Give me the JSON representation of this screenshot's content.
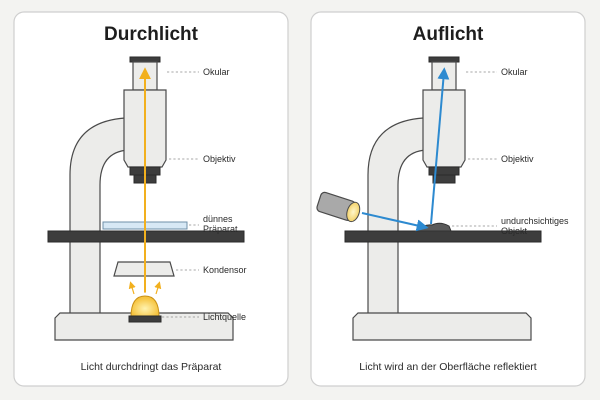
{
  "panels": {
    "left": {
      "title": "Durchlicht",
      "labels": {
        "okular": "Okular",
        "objektiv": "Objektiv",
        "praeparat_line1": "dünnes",
        "praeparat_line2": "Präparat",
        "kondensor": "Kondensor",
        "lichtquelle": "Lichtquelle"
      },
      "caption": "Licht durchdringt das Präparat",
      "light_color": "#f2b01e"
    },
    "right": {
      "title": "Auflicht",
      "labels": {
        "okular": "Okular",
        "objektiv": "Objektiv",
        "objekt_line1": "undurchsichtiges",
        "objekt_line2": "Objekt"
      },
      "caption": "Licht wird an der Oberfläche reflektiert",
      "light_color": "#2d8ad0"
    }
  }
}
